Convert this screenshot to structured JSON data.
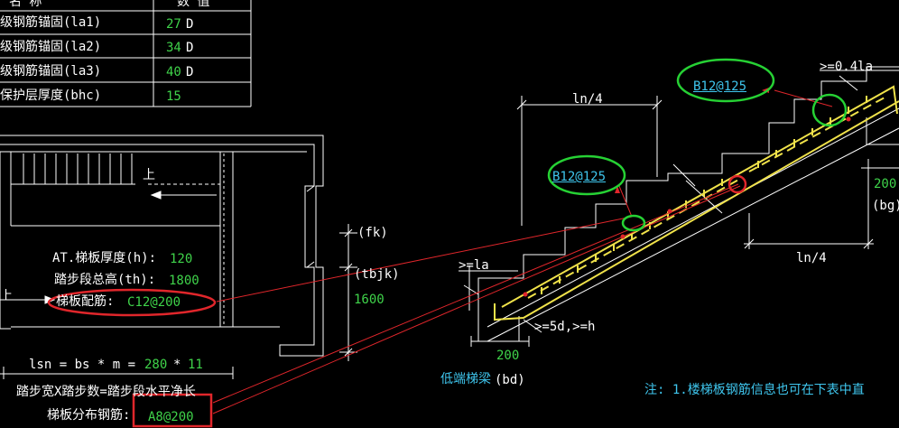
{
  "table": {
    "header_name": "名 称",
    "header_value": "数 值",
    "rows": [
      {
        "name": "级钢筋锚固(la1)",
        "value": "27",
        "unit": "D"
      },
      {
        "name": "级钢筋锚固(la2)",
        "value": "34",
        "unit": "D"
      },
      {
        "name": "级钢筋锚固(la3)",
        "value": "40",
        "unit": "D"
      },
      {
        "name": "保护层厚度(bhc)",
        "value": "15",
        "unit": ""
      }
    ]
  },
  "plan": {
    "up_label_1": "上",
    "up_label_2": "上",
    "thickness_label": "AT.梯板厚度(h):",
    "thickness_value": "120",
    "height_label": "踏步段总高(th):",
    "height_value": "1800",
    "rebar_label": "梯板配筋:",
    "rebar_value": "C12@200",
    "fk_label": "(fk)",
    "tbjk_label": "(tbjk)",
    "tbjk_value": "1600",
    "lsn_prefix": "lsn = bs * m =",
    "bs_value": "280",
    "times_sign": "*",
    "m_value": "11",
    "step_formula": "踏步宽X踏步数=踏步段水平净长",
    "dist_label": "梯板分布钢筋:",
    "dist_value": "A8@200"
  },
  "section": {
    "ln4_top": "ln/4",
    "ln4_bottom": "ln/4",
    "b12_top": "B12@125",
    "b12_mid": "B12@125",
    "la_label": ">=0.4la",
    "ge_la": ">=la",
    "ge_5d": ">=5d,>=h",
    "dim_200_bottom": "200",
    "dim_200_right": "200",
    "bg_label": "(bg)",
    "low_beam": "低端梯梁",
    "low_beam_code": "(bd)",
    "note": "注: 1.楼梯板钢筋信息也可在下表中直"
  },
  "colors": {
    "background": "#000000",
    "line": "#ffffff",
    "value_green": "#3fd34a",
    "callout_red": "#e0262b",
    "rebar_yellow": "#f0e24a",
    "label_cyan": "#3fc6ee"
  }
}
